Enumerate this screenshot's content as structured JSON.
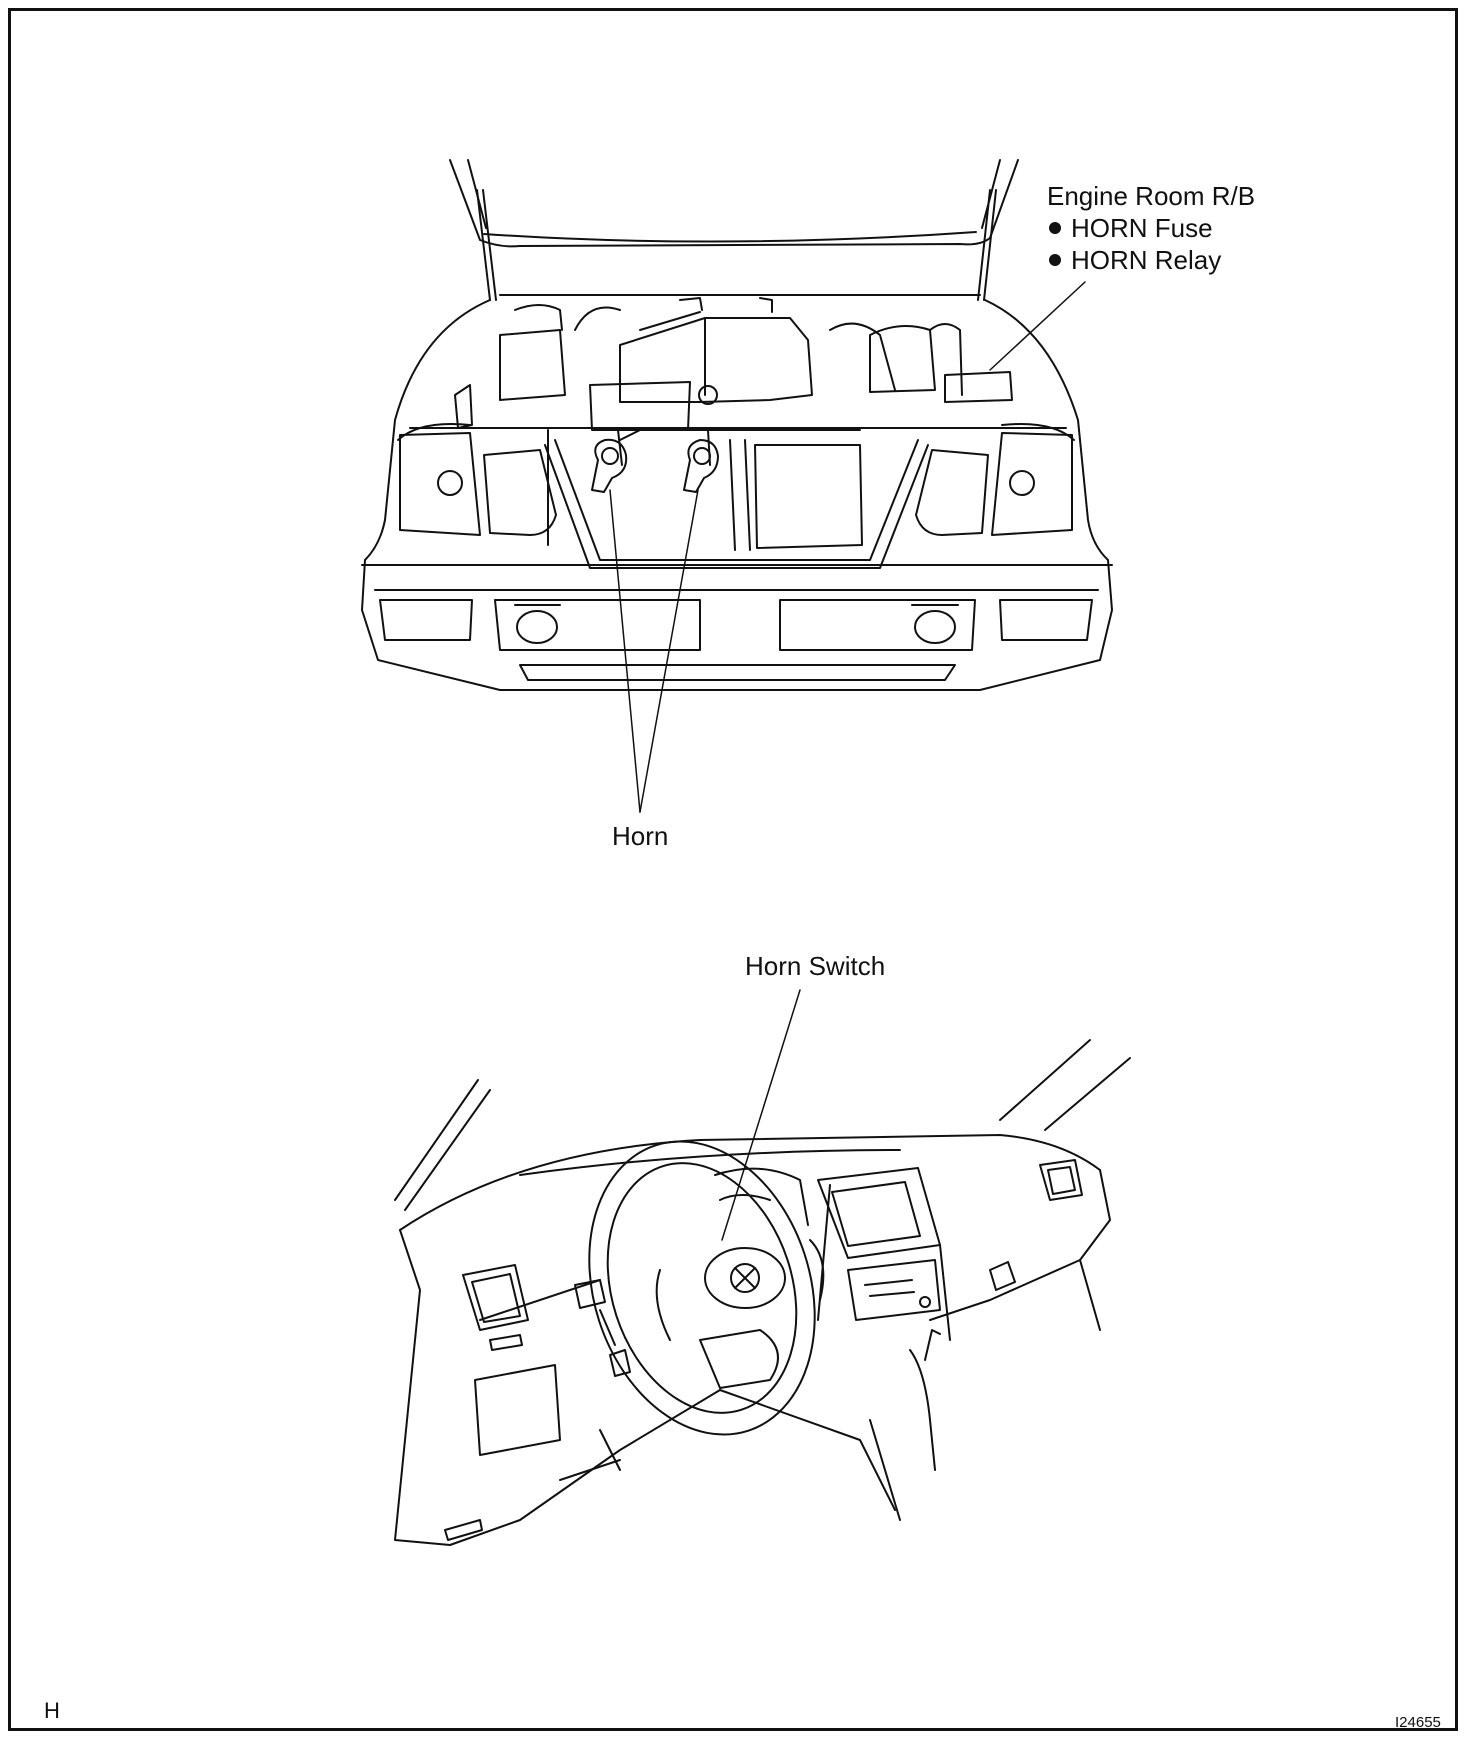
{
  "labels": {
    "engine_room_rb": "Engine Room R/B",
    "horn_fuse": "HORN Fuse",
    "horn_relay": "HORN Relay",
    "horn": "Horn",
    "horn_switch": "Horn Switch"
  },
  "corner": {
    "section_letter": "H",
    "figure_id": "I24655"
  },
  "colors": {
    "line": "#111111",
    "background": "#ffffff"
  }
}
